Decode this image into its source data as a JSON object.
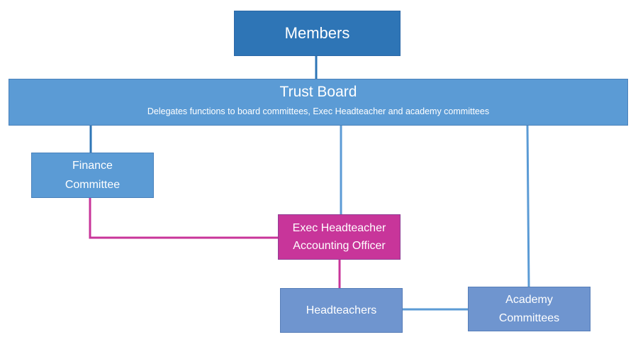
{
  "colors": {
    "members_fill": "#2e75b6",
    "board_fill": "#5b9bd5",
    "finance_fill": "#5b9bd5",
    "exec_fill": "#c8359a",
    "lower_fill": "#6f95cf",
    "line_blue": "#2e75b6",
    "line_lightblue": "#5b9bd5",
    "line_magenta": "#c8359a"
  },
  "nodes": {
    "members": {
      "label": "Members"
    },
    "trust_board": {
      "title": "Trust Board",
      "subtitle": "Delegates functions to board committees, Exec Headteacher and academy committees"
    },
    "finance": {
      "line1": "Finance",
      "line2": "Committee"
    },
    "exec": {
      "line1": "Exec Headteacher",
      "line2": "Accounting Officer"
    },
    "headteachers": {
      "label": "Headteachers"
    },
    "academy": {
      "line1": "Academy",
      "line2": "Committees"
    }
  }
}
